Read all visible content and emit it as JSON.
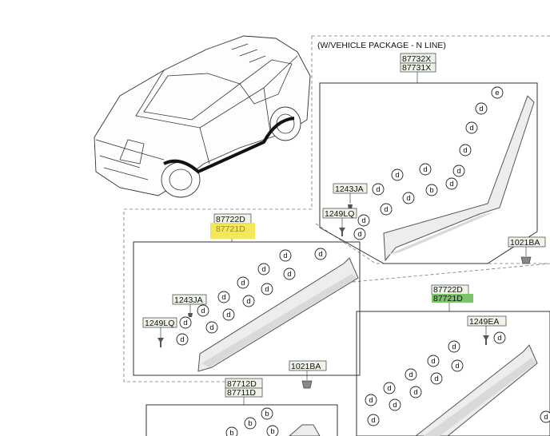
{
  "package_header": "(W/VEHICLE PACKAGE - N LINE)",
  "labels": {
    "nline_upper": "87732X",
    "nline_lower": "87731X",
    "left_upper": "87722D",
    "left_lower_highlighted": "87721D",
    "right_upper": "87722D",
    "right_lower_highlighted": "87721D",
    "bottom_upper": "87712D",
    "bottom_lower": "87711D",
    "nline_clip": "1243JA",
    "nline_screw": "1249LQ",
    "left_clip": "1243JA",
    "left_screw": "1249LQ",
    "right_screw": "1249EA",
    "fastener_right": "1021BA",
    "fastener_mid": "1021BA"
  },
  "callouts": {
    "d": "d",
    "e": "e",
    "b": "b"
  },
  "colors": {
    "highlight_yellow": "#f2e64a",
    "highlight_green": "#7cc36a"
  }
}
